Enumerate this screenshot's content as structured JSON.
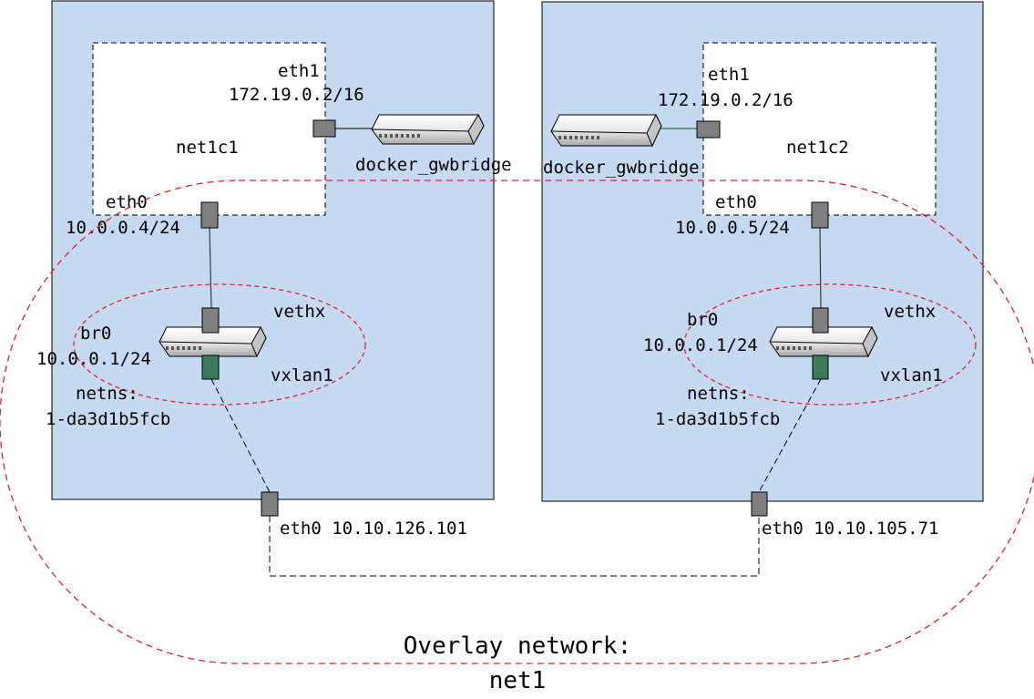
{
  "hosts": [
    {
      "container": {
        "name": "net1c1",
        "eth1_label": "eth1",
        "eth1_ip": "172.19.0.2/16",
        "eth0_label": "eth0",
        "eth0_ip": "10.0.0.4/24"
      },
      "gwbridge_label": "docker_gwbridge",
      "br0_label": "br0",
      "br0_ip": "10.0.0.1/24",
      "vethx_label": "vethx",
      "vxlan_label": "vxlan1",
      "netns_label": "netns:",
      "netns_id": "1-da3d1b5fcb",
      "host_eth0": "eth0 10.10.126.101"
    },
    {
      "container": {
        "name": "net1c2",
        "eth1_label": "eth1",
        "eth1_ip": "172.19.0.2/16",
        "eth0_label": "eth0",
        "eth0_ip": "10.0.0.5/24"
      },
      "gwbridge_label": "docker_gwbridge",
      "br0_label": "br0",
      "br0_ip": "10.0.0.1/24",
      "vethx_label": "vethx",
      "vxlan_label": "vxlan1",
      "netns_label": "netns:",
      "netns_id": "1-da3d1b5fcb",
      "host_eth0": "eth0 10.10.105.71"
    }
  ],
  "overlay": {
    "title_line1": "Overlay network:",
    "title_line2": "net1"
  },
  "colors": {
    "host_fill": "#c5d9f1",
    "overlay_stroke": "#e0202a",
    "port_gray": "#7f7f7f",
    "port_green": "#3d7a5a"
  }
}
